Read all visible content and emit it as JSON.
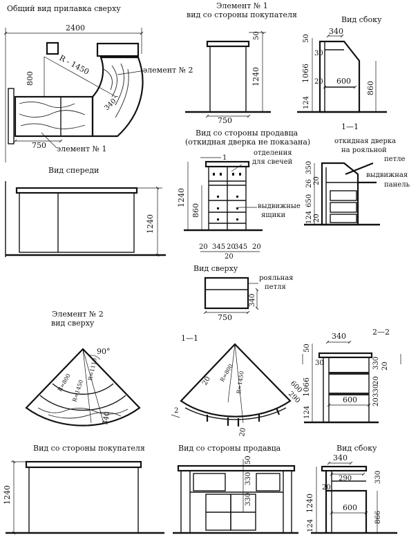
{
  "views": {
    "top_overall": "Общий вид прилавка сверху",
    "front": "Вид спереди",
    "el1_customer": "Элемент № 1",
    "el1_customer_sub": "вид со стороны покупателя",
    "el1_side": "Вид сбоку",
    "el1_seller": "Вид со стороны продавца",
    "el1_seller_sub": "(откидная дверка не показана)",
    "el1_section": "1—1",
    "el1_top": "Вид сверху",
    "el2_top": "Элемент № 2",
    "el2_top_sub": "вид сверху",
    "el2_section": "1—1",
    "el2_section2": "2—2",
    "bottom_customer": "Вид со стороны покупателя",
    "bottom_seller": "Вид со стороны продавца",
    "bottom_side": "Вид сбоку"
  },
  "labels": {
    "element2": "элемент № 2",
    "element1": "элемент № 1",
    "candles": "отделения",
    "candles2": "для свечей",
    "drawers": "выдвижные",
    "drawers2": "ящики",
    "flap": "откидная дверка",
    "flap2": "на рояльной",
    "flap3": "петле",
    "panel": "выдвижная",
    "panel2": "панель",
    "hinge": "рояльная",
    "hinge2": "петля",
    "angle": "90°",
    "cut1": "1",
    "cut2": "2"
  },
  "dims": {
    "d2400": "2400",
    "r1450": "R - 1450",
    "d800": "800",
    "d340a": "340",
    "d750a": "750",
    "d1240front": "1240",
    "e1c_50": "50",
    "e1c_1240": "1240",
    "e1c_750": "750",
    "e1s_340": "340",
    "e1s_50": "50",
    "e1s_30": "30",
    "e1s_1066": "1066",
    "e1s_20": "20",
    "e1s_600": "600",
    "e1s_860": "860",
    "e1s_124": "124",
    "e1p_1240": "1240",
    "e1p_860": "860",
    "e1p_20a": "20",
    "e1p_345a": "345",
    "e1p_20b": "20",
    "e1p_345b": "345",
    "e1p_20c": "20",
    "e1p_20d": "20",
    "sec_350": "350",
    "sec_26": "26",
    "sec_20a": "20",
    "sec_650": "650",
    "sec_124": "124",
    "sec_20b": "20",
    "top_340": "340",
    "top_750": "750",
    "e2_r800": "R=800",
    "e2_r1450": "R=1450",
    "e2_r1110": "R=1110",
    "e2_340": "340",
    "s11_r800": "R=800",
    "s11_r1450": "R=1450",
    "s11_20a": "20",
    "s11_20b": "20",
    "s11_600": "600",
    "s11_290": "290",
    "s22_340": "340",
    "s22_50": "50",
    "s22_30": "30",
    "s22_330a": "330",
    "s22_20a": "20",
    "s22_1066": "1066",
    "s22_20b": "20",
    "s22_330b": "330",
    "s22_20c": "20",
    "s22_600": "600",
    "s22_124": "124",
    "b_1240": "1240",
    "bs_50": "50",
    "bs_330a": "330",
    "bs_330b": "330",
    "bside_340": "340",
    "bside_290": "290",
    "bside_330": "330",
    "bside_20": "20",
    "bside_1240": "1240",
    "bside_600": "600",
    "bside_866": "866",
    "bside_124": "124"
  }
}
